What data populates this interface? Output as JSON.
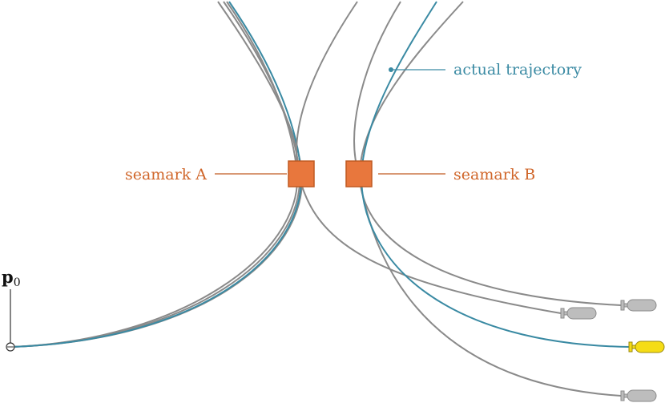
{
  "labels": {
    "origin_main": "p",
    "origin_sub": "0",
    "seamark_a": "seamark A",
    "seamark_b": "seamark B",
    "actual_trajectory": "actual trajectory"
  },
  "colors": {
    "background": "#ffffff",
    "trajectory_gray": "#8a8a8a",
    "actual_trajectory": "#3a8aa3",
    "seamark_fill": "#e8773d",
    "seamark_stroke": "#c05a22",
    "seamark_text": "#d0662a",
    "vessel_gray": "#bdbdbd",
    "vessel_yellow": "#f5dc16",
    "line_black": "#333333"
  },
  "icons": {
    "vessel": "submarine-icon",
    "origin": "circle-origin-icon"
  },
  "vessels": [
    {
      "name": "vessel-1",
      "highlight": false
    },
    {
      "name": "vessel-2",
      "highlight": false
    },
    {
      "name": "vessel-actual",
      "highlight": true
    },
    {
      "name": "vessel-3",
      "highlight": false
    }
  ]
}
